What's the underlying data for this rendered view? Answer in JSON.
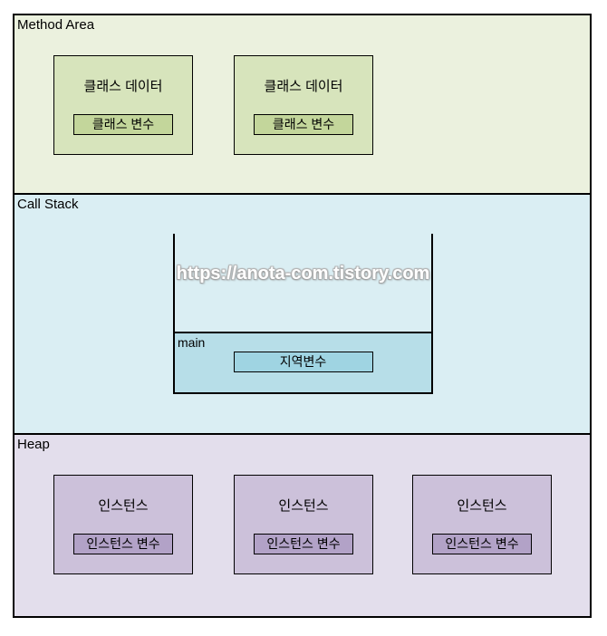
{
  "watermark": "https://anota-com.tistory.com",
  "colors": {
    "method_area_bg": "#EBF1DE",
    "class_data_box_bg": "#D7E4BC",
    "class_var_box_bg": "#C3D69B",
    "call_stack_bg": "#DAEEF3",
    "stack_frame_bg": "#B7DEE8",
    "local_var_box_bg": "#9FD4E2",
    "heap_bg": "#E3DEEC",
    "instance_box_bg": "#CCC1DA",
    "instance_var_box_bg": "#B2A2C7",
    "border": "#000000"
  },
  "sections": {
    "method_area": {
      "label": "Method Area",
      "boxes": [
        {
          "title": "클래스 데이터",
          "variable": "클래스 변수"
        },
        {
          "title": "클래스 데이터",
          "variable": "클래스 변수"
        }
      ]
    },
    "call_stack": {
      "label": "Call Stack",
      "frame": {
        "name": "main",
        "variable": "지역변수"
      }
    },
    "heap": {
      "label": "Heap",
      "boxes": [
        {
          "title": "인스턴스",
          "variable": "인스턴스 변수"
        },
        {
          "title": "인스턴스",
          "variable": "인스턴스 변수"
        },
        {
          "title": "인스턴스",
          "variable": "인스턴스 변수"
        }
      ]
    }
  }
}
